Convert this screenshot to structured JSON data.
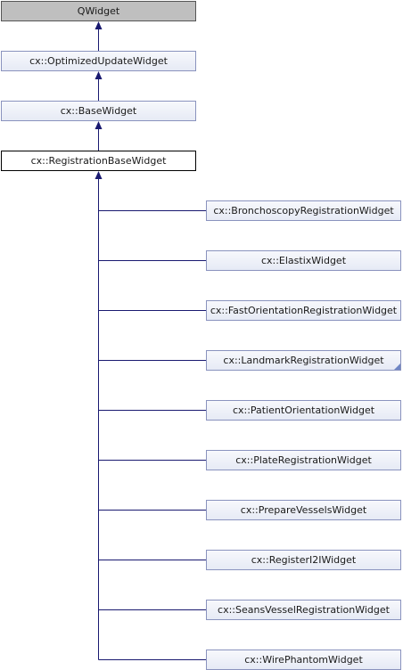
{
  "diagram": {
    "base_chain": [
      {
        "id": "qwidget",
        "label": "QWidget",
        "style": "gray"
      },
      {
        "id": "optimized",
        "label": "cx::OptimizedUpdateWidget",
        "style": "normal"
      },
      {
        "id": "base",
        "label": "cx::BaseWidget",
        "style": "normal"
      },
      {
        "id": "registration-base",
        "label": "cx::RegistrationBaseWidget",
        "style": "current"
      }
    ],
    "derived": [
      {
        "id": "bronchoscopy",
        "label": "cx::BronchoscopyRegistrationWidget",
        "has_more": false
      },
      {
        "id": "elastix",
        "label": "cx::ElastixWidget",
        "has_more": false
      },
      {
        "id": "fast-orientation",
        "label": "cx::FastOrientationRegistrationWidget",
        "has_more": false
      },
      {
        "id": "landmark",
        "label": "cx::LandmarkRegistrationWidget",
        "has_more": true
      },
      {
        "id": "patient-orientation",
        "label": "cx::PatientOrientationWidget",
        "has_more": false
      },
      {
        "id": "plate",
        "label": "cx::PlateRegistrationWidget",
        "has_more": false
      },
      {
        "id": "prepare-vessels",
        "label": "cx::PrepareVesselsWidget",
        "has_more": false
      },
      {
        "id": "register-i2i",
        "label": "cx::RegisterI2IWidget",
        "has_more": false
      },
      {
        "id": "seans-vessel",
        "label": "cx::SeansVesselRegistrationWidget",
        "has_more": false
      },
      {
        "id": "wire-phantom",
        "label": "cx::WirePhantomWidget",
        "has_more": false
      }
    ],
    "colors": {
      "edge": "#191970",
      "node_border": "#8a93be",
      "node_fill": "#e6eaf5",
      "root_fill": "#bfbfbf",
      "current_border": "#000000"
    }
  }
}
